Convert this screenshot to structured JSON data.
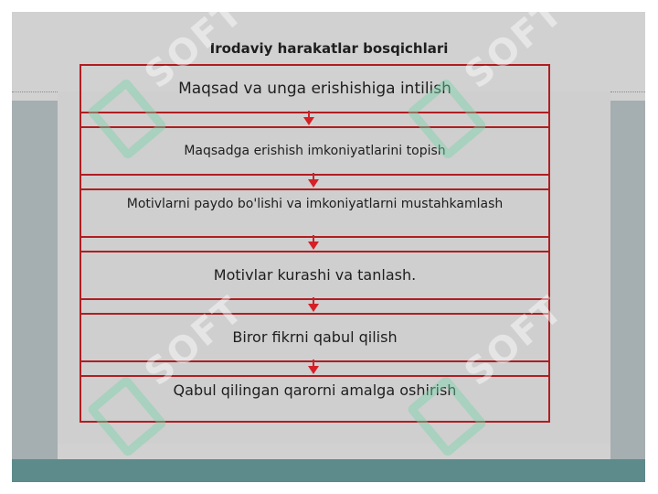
{
  "title": "Irodaviy harakatlar  bosqichlari",
  "steps": [
    "Maqsad va unga erishishiga intilish",
    "Maqsadga erishish imkoniyatlarini topish",
    "Motivlarni paydo bo'lishi va imkoniyatlarni mustahkamlash",
    "Motivlar kurashi va tanlash.",
    "Biror fikrni qabul qilish",
    "Qabul qilingan qarorni amalga oshirish"
  ],
  "watermark": "SOFT",
  "colors": {
    "box_border": "#b01e22",
    "arrow": "#d61f26",
    "slide_bg": "#d1d1d1",
    "band": "#5d8a8a"
  }
}
